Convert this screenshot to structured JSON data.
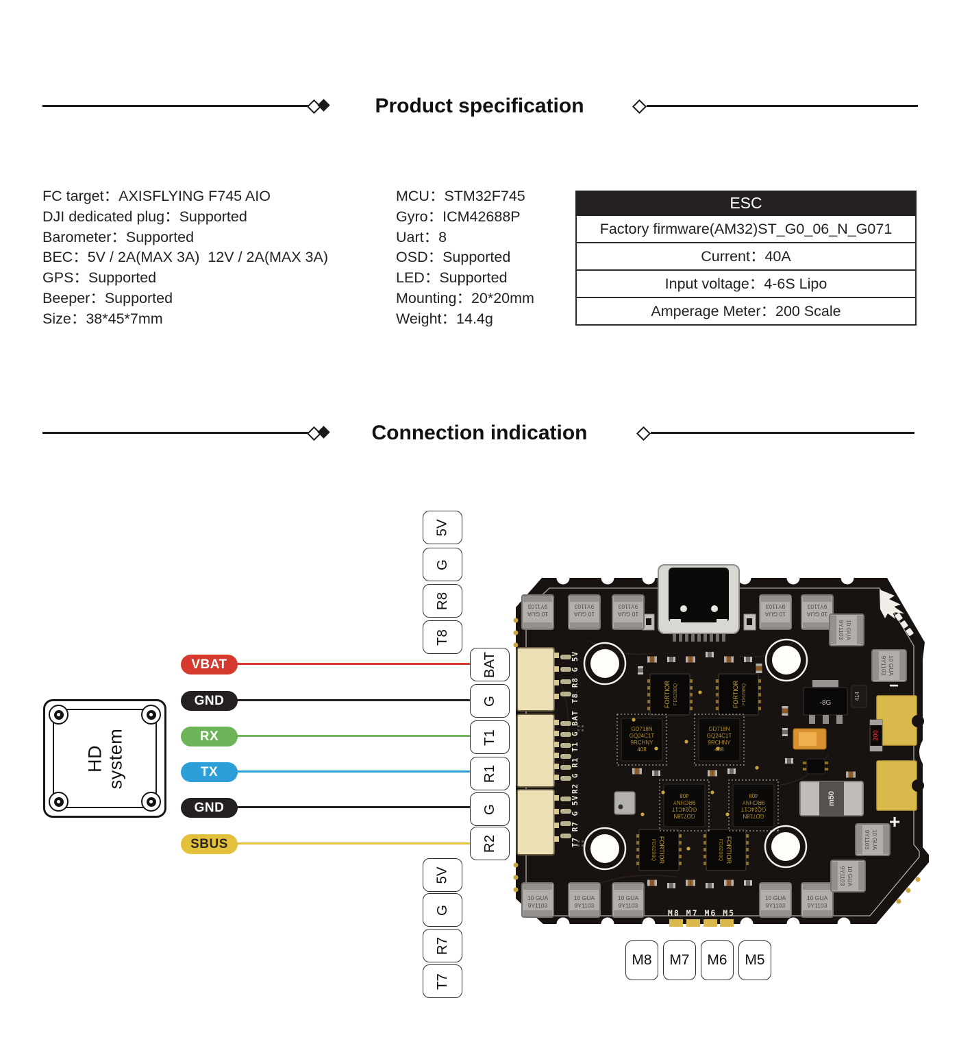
{
  "titles": {
    "product": "Product specification",
    "connection": "Connection indication"
  },
  "spec": {
    "col1": [
      "FC target：AXISFLYING F745 AIO",
      "DJI dedicated plug：Supported",
      "Barometer：Supported",
      "BEC：5V / 2A(MAX 3A)  12V / 2A(MAX 3A)",
      "GPS：Supported",
      "Beeper：Supported",
      "Size：38*45*7mm"
    ],
    "col2": [
      "MCU：STM32F745",
      "Gyro：ICM42688P",
      "Uart：8",
      "OSD：Supported",
      "LED：Supported",
      "Mounting：20*20mm",
      "Weight：14.4g"
    ]
  },
  "esc": {
    "header": "ESC",
    "rows": [
      "Factory firmware(AM32)ST_G0_06_N_G071",
      "Current：40A",
      "Input voltage：4-6S Lipo",
      "Amperage Meter：200 Scale"
    ]
  },
  "hd_box": {
    "line1": "HD",
    "line2": "system"
  },
  "wires": [
    {
      "label": "VBAT",
      "color": "#d63a2e",
      "text": "#ffffff"
    },
    {
      "label": "GND",
      "color": "#241f20",
      "text": "#ffffff"
    },
    {
      "label": "RX",
      "color": "#6cb457",
      "text": "#ffffff"
    },
    {
      "label": "TX",
      "color": "#2d9fd8",
      "text": "#ffffff"
    },
    {
      "label": "GND",
      "color": "#241f20",
      "text": "#ffffff"
    },
    {
      "label": "SBUS",
      "color": "#e4c13c",
      "text": "#2b2622"
    }
  ],
  "labels": {
    "top_column": [
      "5V",
      "G",
      "R8",
      "T8"
    ],
    "pad_column": [
      "BAT",
      "G",
      "T1",
      "R1",
      "G",
      "R2"
    ],
    "bottom_column": [
      "5V",
      "G",
      "R7",
      "T7"
    ],
    "motors": [
      "M8",
      "M7",
      "M6",
      "M5"
    ]
  },
  "pcb": {
    "cap_line1": "10 GUA",
    "cap_line2": "9Y1103",
    "silk_top": "T8 R8 G 5V",
    "silk_mid": "R2 G R1 T1 G BAT",
    "silk_bottom": "T7 R7 G 5V",
    "silk_motors": "M8 M7 M6 M5",
    "chip_top": "FORTIOR",
    "chip_top2": "FD6288Q",
    "chip_mid_1": "GD718N",
    "chip_mid_2": "GQ24C1T",
    "chip_mid_3": "9RCHNY",
    "chip_mid_4": "408",
    "fuse": "m50",
    "resistor": "200",
    "regulator": "-8G",
    "reg_mark": "414",
    "minus": "−",
    "plus": "+"
  }
}
